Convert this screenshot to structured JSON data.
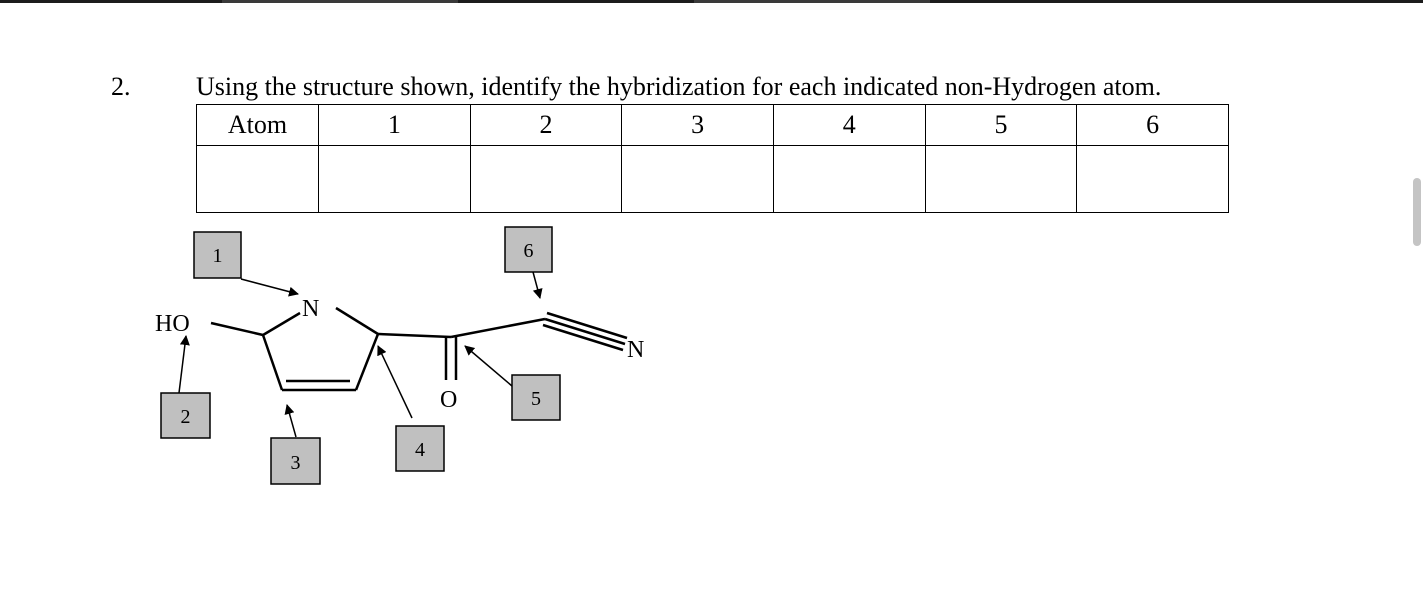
{
  "question": {
    "number": "2.",
    "text": "Using the structure shown, identify the hybridization for each indicated non-Hydrogen atom."
  },
  "table": {
    "header_label": "Atom",
    "columns": [
      "1",
      "2",
      "3",
      "4",
      "5",
      "6"
    ],
    "answers": [
      "",
      "",
      "",
      "",
      "",
      ""
    ]
  },
  "structure": {
    "atom_labels": {
      "ho": "HO",
      "n_ring": "N",
      "o_carbonyl": "O",
      "n_nitrile": "N"
    },
    "callouts": [
      "1",
      "2",
      "3",
      "4",
      "5",
      "6"
    ],
    "callout_fill": "#c0c0c0"
  }
}
